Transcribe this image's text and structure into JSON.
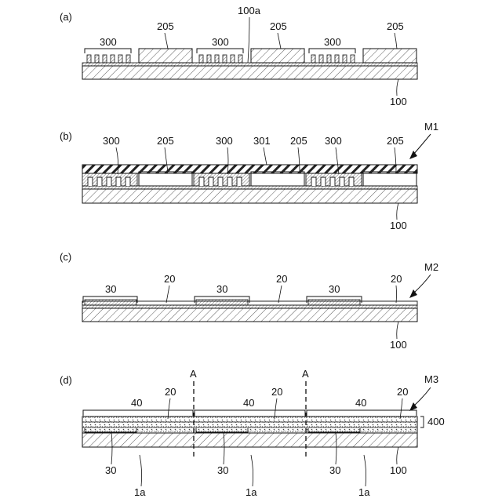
{
  "panels": [
    {
      "id": "a",
      "label": "(a)",
      "callouts": [
        "300",
        "205",
        "300",
        "205",
        "300",
        "205"
      ],
      "surface_label": "100a",
      "substrate_label": "100"
    },
    {
      "id": "b",
      "label": "(b)",
      "callouts": [
        "300",
        "205",
        "300",
        "301",
        "205",
        "300",
        "205"
      ],
      "assembly_label": "M1",
      "substrate_label": "100"
    },
    {
      "id": "c",
      "label": "(c)",
      "callouts": [
        "30",
        "20",
        "30",
        "20",
        "30",
        "20"
      ],
      "assembly_label": "M2",
      "substrate_label": "100"
    },
    {
      "id": "d",
      "label": "(d)",
      "cut_labels": [
        "A",
        "A"
      ],
      "top_callouts": [
        "40",
        "20",
        "40",
        "20",
        "40",
        "20"
      ],
      "layer_label": "400",
      "assembly_label": "M3",
      "bottom_callouts": [
        "30",
        "30",
        "30",
        "100"
      ],
      "unit_labels": [
        "1a",
        "1a",
        "1a"
      ]
    }
  ]
}
